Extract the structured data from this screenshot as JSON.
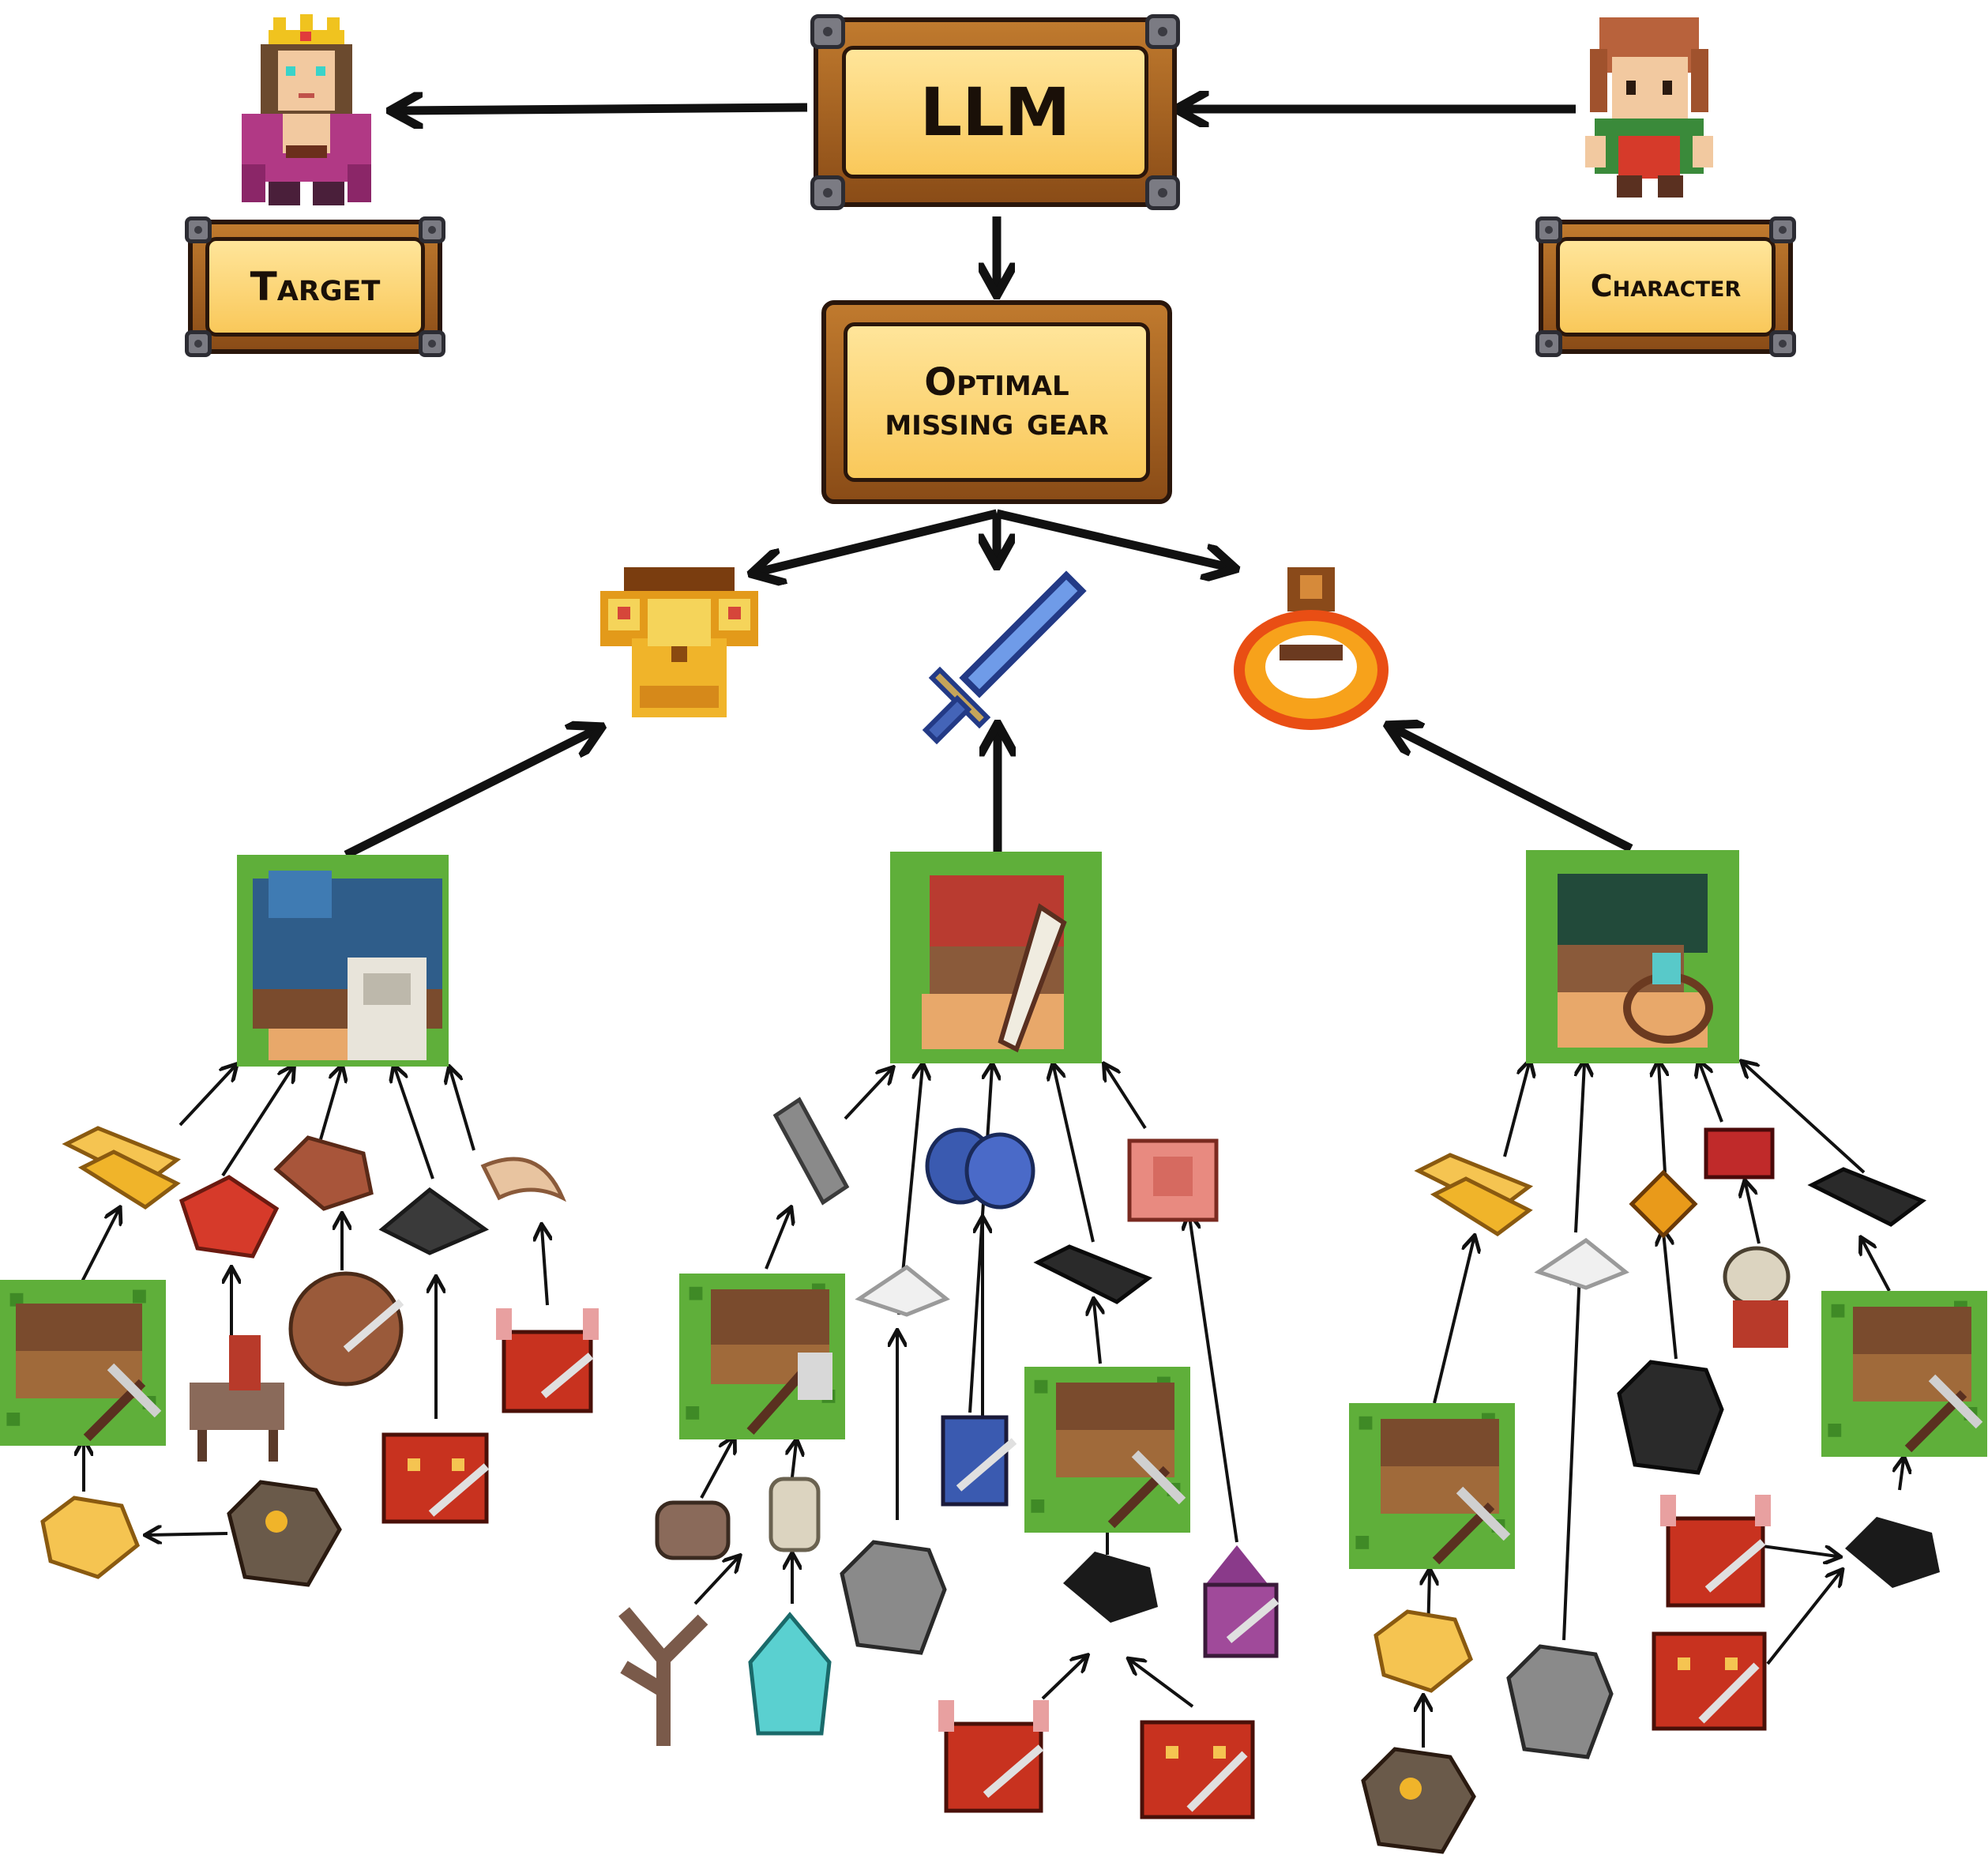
{
  "boxes": {
    "llm": "LLM",
    "target": "Target",
    "character": "Character",
    "optimal_line1": "Optimal",
    "optimal_line2": "missing gear"
  },
  "colors": {
    "grass": "#5faf3a",
    "wood_dark": "#2a160b",
    "plank_fill": "#f9c85a",
    "arrow": "#111111",
    "demon_red": "#c8321f",
    "gold": "#f3b33a",
    "sword_blue": "#6f9be8"
  },
  "gear": [
    "golden-armor",
    "blue-sword",
    "fire-ring"
  ],
  "stations": [
    "armor-workshop",
    "weaponsmith",
    "jeweler-workshop"
  ],
  "icons": [
    "princess-target-sprite",
    "hero-character-sprite",
    "gold-ingot-icon",
    "red-leather-icon",
    "brown-hide-icon",
    "coal-dust-icon",
    "horn-icon",
    "mine-station",
    "gold-ore-icon",
    "ore-rock-icon",
    "horseman-enemy",
    "bear-enemy",
    "demon-enemy",
    "imp-enemy",
    "planks-icon",
    "sapphire-stack-icon",
    "book-icon",
    "coal-bar-icon",
    "salt-icon",
    "woodcutter-station",
    "stone-icon",
    "bone-icon",
    "dead-tree-icon",
    "crystal-tree-icon",
    "goblin-enemy",
    "wizard-enemy",
    "amber-gem-icon",
    "potion-crate-icon",
    "skull-mage-enemy",
    "coal-chunk-icon"
  ]
}
